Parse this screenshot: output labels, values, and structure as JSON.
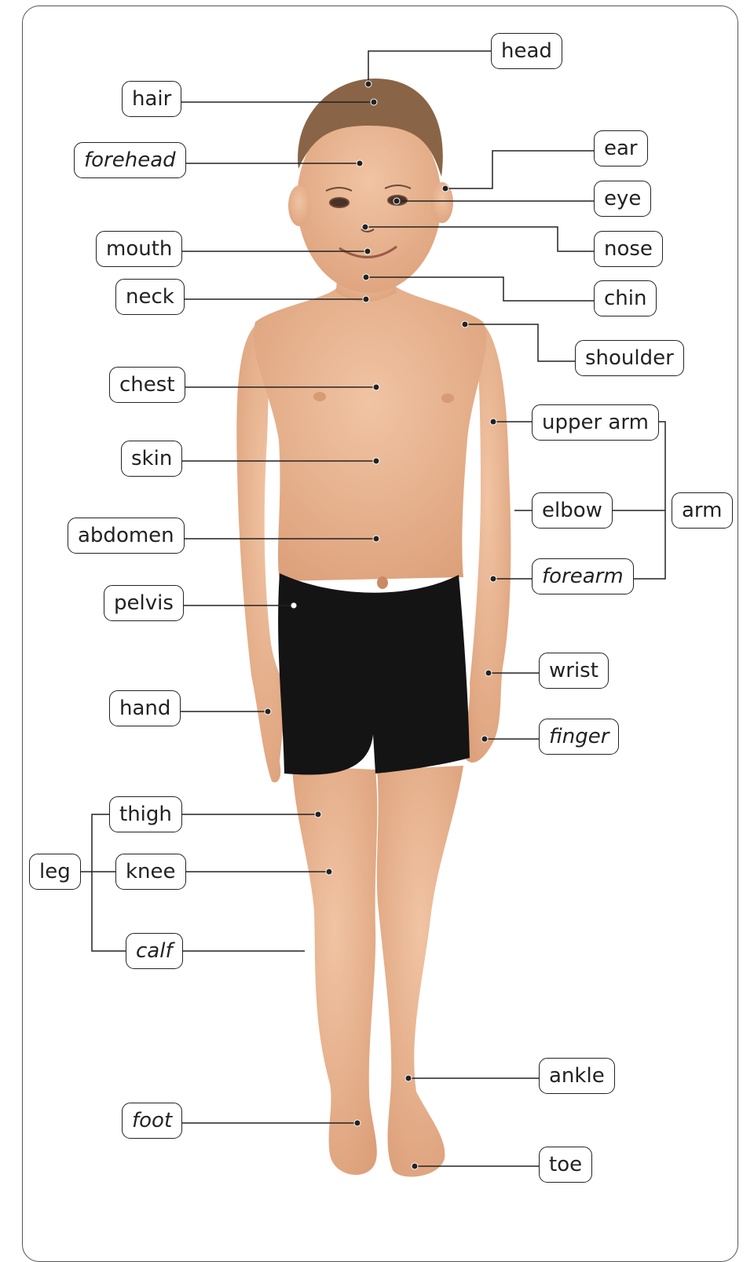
{
  "colors": {
    "line": "#222222",
    "skin": "#eab48f",
    "skin_shade": "#d99b73",
    "hair": "#8a6446",
    "shorts": "#141414",
    "frame": "#555555"
  },
  "labels": {
    "head": "head",
    "hair": "hair",
    "forehead": "forehead",
    "ear": "ear",
    "eye": "eye",
    "nose": "nose",
    "mouth": "mouth",
    "neck": "neck",
    "chin": "chin",
    "shoulder": "shoulder",
    "chest": "chest",
    "upper_arm": "upper arm",
    "skin": "skin",
    "elbow": "elbow",
    "arm": "arm",
    "abdomen": "abdomen",
    "forearm": "forearm",
    "pelvis": "pelvis",
    "wrist": "wrist",
    "hand": "hand",
    "finger": "finger",
    "thigh": "thigh",
    "leg": "leg",
    "knee": "knee",
    "calf": "calf",
    "ankle": "ankle",
    "foot": "foot",
    "toe": "toe"
  }
}
